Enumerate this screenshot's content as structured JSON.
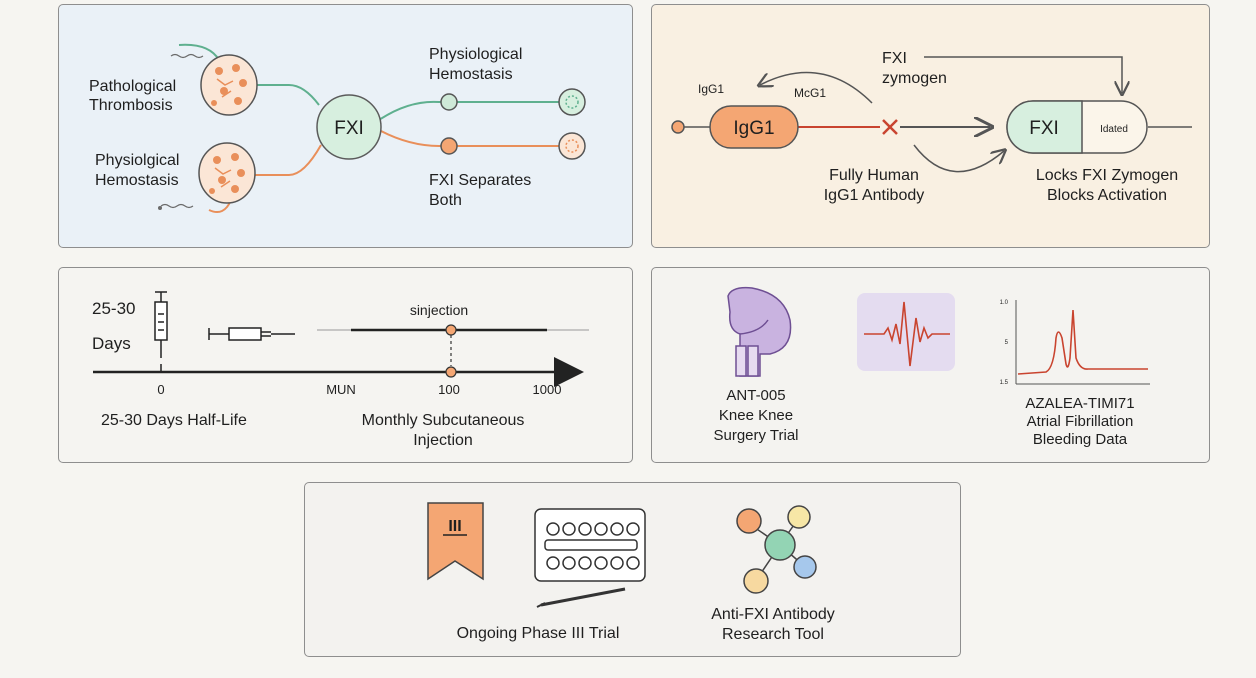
{
  "panel1": {
    "label_pathological": [
      "Pathological",
      "Thrombosis"
    ],
    "label_physio_left": [
      "Physiolgical",
      "Hemostasis"
    ],
    "hub": "FXI",
    "label_physio_right": [
      "Physiological",
      "Hemostasis"
    ],
    "label_separates": [
      "FXI Separates",
      "Both"
    ]
  },
  "panel2": {
    "fxi_zymogen": [
      "FXI",
      "zymogen"
    ],
    "small_igg1": "IgG1",
    "small_mcg1": "McG1",
    "igg1_pill": "IgG1",
    "fxi_pill": "FXI",
    "pill_tail": "Idated",
    "antibody_label": [
      "Fully Human",
      "IgG1 Antibody"
    ],
    "locks_label": [
      "Locks FXI Zymogen",
      "Blocks Activation"
    ]
  },
  "panel3": {
    "days_label": [
      "25-30",
      "Days"
    ],
    "injection_label": "sinjection",
    "tick_labels": [
      "0",
      "MUN",
      "100",
      "1000"
    ],
    "half_life_caption": "25-30 Days Half-Life",
    "monthly_caption": [
      "Monthly Subcutaneous",
      "Injection"
    ]
  },
  "panel4": {
    "knee_caption": [
      "ANT-005",
      "Knee Knee",
      "Surgery Trial"
    ],
    "azalea_caption": [
      "AZALEA-TIMI71",
      "Atrial Fibrillation",
      "Bleeding Data"
    ],
    "chart_ticks": [
      "1.0",
      "5",
      "1.5"
    ]
  },
  "panel5": {
    "ribbon_text": "III",
    "phase_caption": "Ongoing Phase III Trial",
    "tool_caption": [
      "Anti-FXI Antibody",
      "Research Tool"
    ]
  },
  "colors": {
    "green": "#5fb08f",
    "orange": "#e98f5a",
    "red_line": "#c9442f",
    "node_green_fill": "#d7efdf",
    "node_orange_fill": "#f4a673"
  }
}
